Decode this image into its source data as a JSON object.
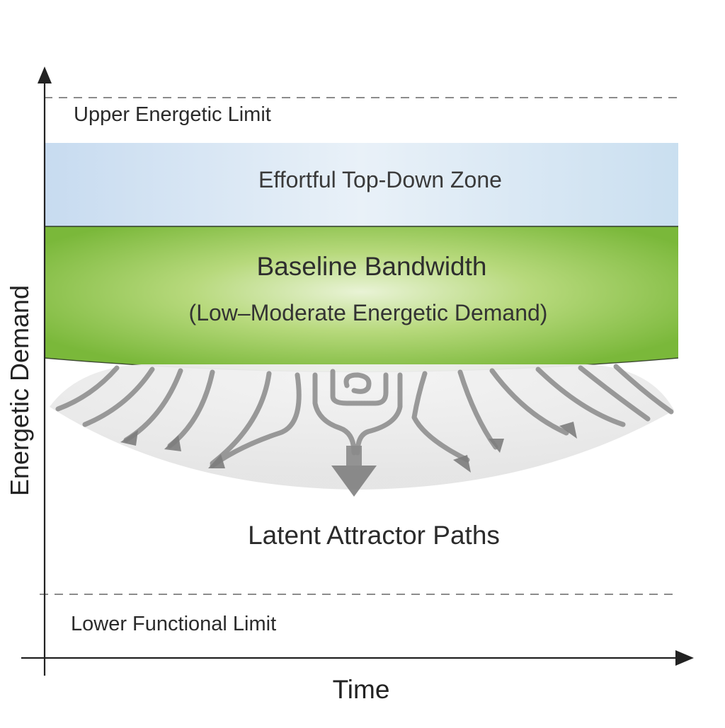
{
  "axes": {
    "x_label": "Time",
    "y_label": "Energetic Demand"
  },
  "limits": {
    "upper": "Upper Energetic Limit",
    "lower": "Lower Functional Limit"
  },
  "zones": {
    "effortful": "Effortful Top-Down Zone",
    "baseline_title": "Baseline Bandwidth",
    "baseline_subtitle": "(Low–Moderate Energetic Demand)",
    "latent": "Latent Attractor Paths"
  },
  "colors": {
    "effortful_zone": "#cfe0f1",
    "baseline_zone": "#8cc442",
    "attractor_arrows": "#8a8a8a",
    "axis": "#222222"
  }
}
